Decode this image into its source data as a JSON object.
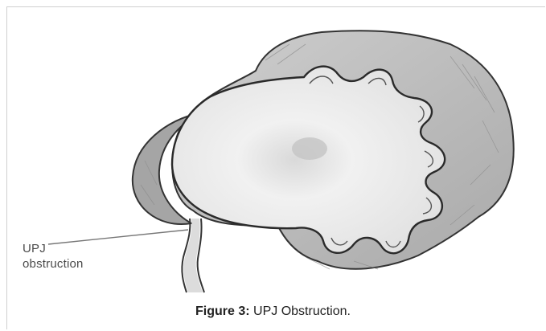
{
  "figure": {
    "callout_line1": "UPJ",
    "callout_line2": "obstruction",
    "caption_label": "Figure 3:",
    "caption_text": " UPJ Obstruction."
  },
  "colors": {
    "parenchyma": "#bcbcbc",
    "pelvis": "#ececec",
    "ink": "#2a2a2a"
  }
}
